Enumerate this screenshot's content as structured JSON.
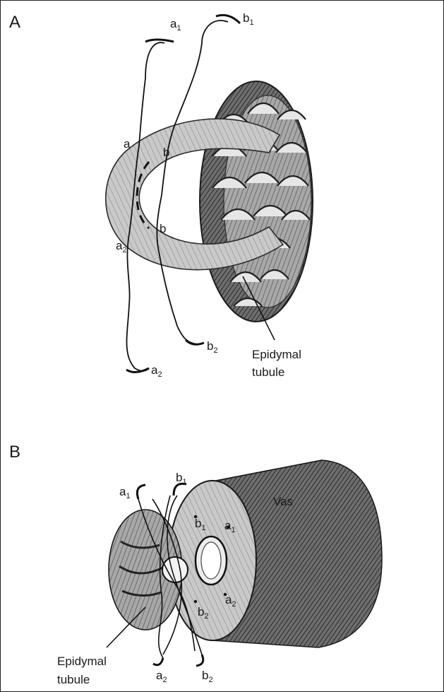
{
  "panel_a": {
    "letter": "A",
    "labels": {
      "a1": {
        "base": "a",
        "sub": "1"
      },
      "b1": {
        "base": "b",
        "sub": "1"
      },
      "a": {
        "base": "a",
        "sub": ""
      },
      "b": {
        "base": "b",
        "sub": ""
      },
      "b_small": {
        "base": "b",
        "sub": ""
      },
      "a2_upper": {
        "base": "a",
        "sub": "2"
      },
      "b2": {
        "base": "b",
        "sub": "2"
      },
      "a2_lower": {
        "base": "a",
        "sub": "2"
      }
    },
    "caption_line1": "Epidymal",
    "caption_line2": "tubule"
  },
  "panel_b": {
    "letter": "B",
    "labels": {
      "a1": {
        "base": "a",
        "sub": "1"
      },
      "b1": {
        "base": "b",
        "sub": "1"
      },
      "b1_inner": {
        "base": "b",
        "sub": "1"
      },
      "a1_inner": {
        "base": "a",
        "sub": "1"
      },
      "a2_inner": {
        "base": "a",
        "sub": "2"
      },
      "b2_inner": {
        "base": "b",
        "sub": "2"
      },
      "a2": {
        "base": "a",
        "sub": "2"
      },
      "b2": {
        "base": "b",
        "sub": "2"
      }
    },
    "vas_label": "Vas",
    "caption_line1": "Epidymal",
    "caption_line2": "tubule"
  },
  "colors": {
    "ink": "#1a1a1a",
    "shade_dark": "#3a3a3a",
    "shade_mid": "#7a7a7a",
    "shade_light": "#b5b5b5",
    "paper": "#ffffff"
  }
}
